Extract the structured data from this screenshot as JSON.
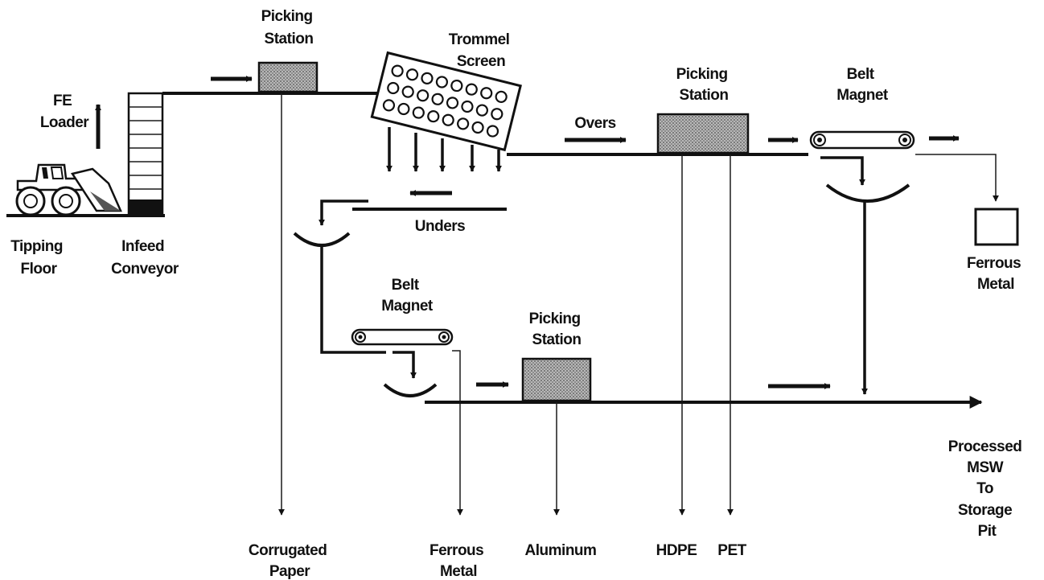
{
  "labels": {
    "picking_station_1": [
      "Picking",
      "Station"
    ],
    "trommel_screen": [
      "Trommel",
      "Screen"
    ],
    "fe_loader": [
      "FE",
      "Loader"
    ],
    "tipping_floor": [
      "Tipping",
      "Floor"
    ],
    "infeed_conveyor": [
      "Infeed",
      "Conveyor"
    ],
    "overs": "Overs",
    "unders": "Unders",
    "picking_station_2": [
      "Picking",
      "Station"
    ],
    "belt_magnet_1": [
      "Belt",
      "Magnet"
    ],
    "ferrous_metal_right": [
      "Ferrous",
      "Metal"
    ],
    "belt_magnet_2": [
      "Belt",
      "Magnet"
    ],
    "picking_station_3": [
      "Picking",
      "Station"
    ],
    "processed_msw": [
      "Processed",
      "MSW",
      "To",
      "Storage",
      "Pit"
    ],
    "corrugated_paper": [
      "Corrugated",
      "Paper"
    ],
    "ferrous_metal_bottom": [
      "Ferrous",
      "Metal"
    ],
    "aluminum": "Aluminum",
    "hdpe": "HDPE",
    "pet": "PET"
  },
  "colors": {
    "ink": "#111111",
    "station_fill": "#9a9a9a",
    "background": "#ffffff"
  }
}
